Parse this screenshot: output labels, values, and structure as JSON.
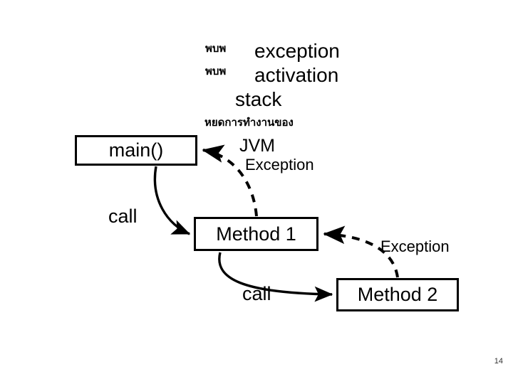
{
  "slide": {
    "page_number": "14",
    "background_color": "#ffffff",
    "ink_color": "#000000"
  },
  "header": {
    "bullet_thai_1": "พบพ",
    "text_1": "exception",
    "bullet_thai_2": "พบพ",
    "text_2": "activation",
    "text_3": "stack",
    "subtitle_thai": "หยดการทำงานของ",
    "subtitle_en": "JVM"
  },
  "diagram": {
    "boxes": [
      {
        "id": "main",
        "label": "main()"
      },
      {
        "id": "method1",
        "label": "Method 1"
      },
      {
        "id": "method2",
        "label": "Method 2"
      }
    ],
    "labels": [
      {
        "id": "exception-1",
        "text": "Exception"
      },
      {
        "id": "exception-2",
        "text": "Exception"
      },
      {
        "id": "call-1",
        "text": "call"
      },
      {
        "id": "call-2",
        "text": "call"
      }
    ],
    "connectors": [
      {
        "id": "main-to-method1",
        "style": "solid",
        "from": "main()",
        "to": "Method 1",
        "meaning": "call"
      },
      {
        "id": "method1-to-method2",
        "style": "solid",
        "from": "Method 1",
        "to": "Method 2",
        "meaning": "call"
      },
      {
        "id": "method1-to-main",
        "style": "dashed",
        "from": "Method 1",
        "to": "main()",
        "meaning": "Exception"
      },
      {
        "id": "method2-to-method1",
        "style": "dashed",
        "from": "Method 2",
        "to": "Method 1",
        "meaning": "Exception"
      }
    ]
  }
}
